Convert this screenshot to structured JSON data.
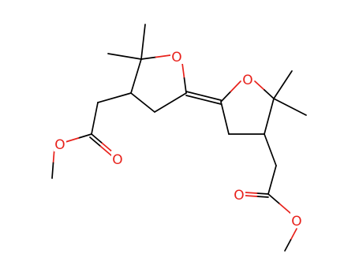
{
  "molecule": {
    "atom_labels": {
      "o_ring_left": "O",
      "o_ring_right": "O",
      "o_ester_left_methoxy": "O",
      "o_ester_left_carbonyl": "O",
      "o_ester_right_carbonyl": "O",
      "o_ester_right_methoxy": "O"
    },
    "colors": {
      "bond": "#000000",
      "oxygen": "#e8221c",
      "background": "#ffffff"
    }
  }
}
